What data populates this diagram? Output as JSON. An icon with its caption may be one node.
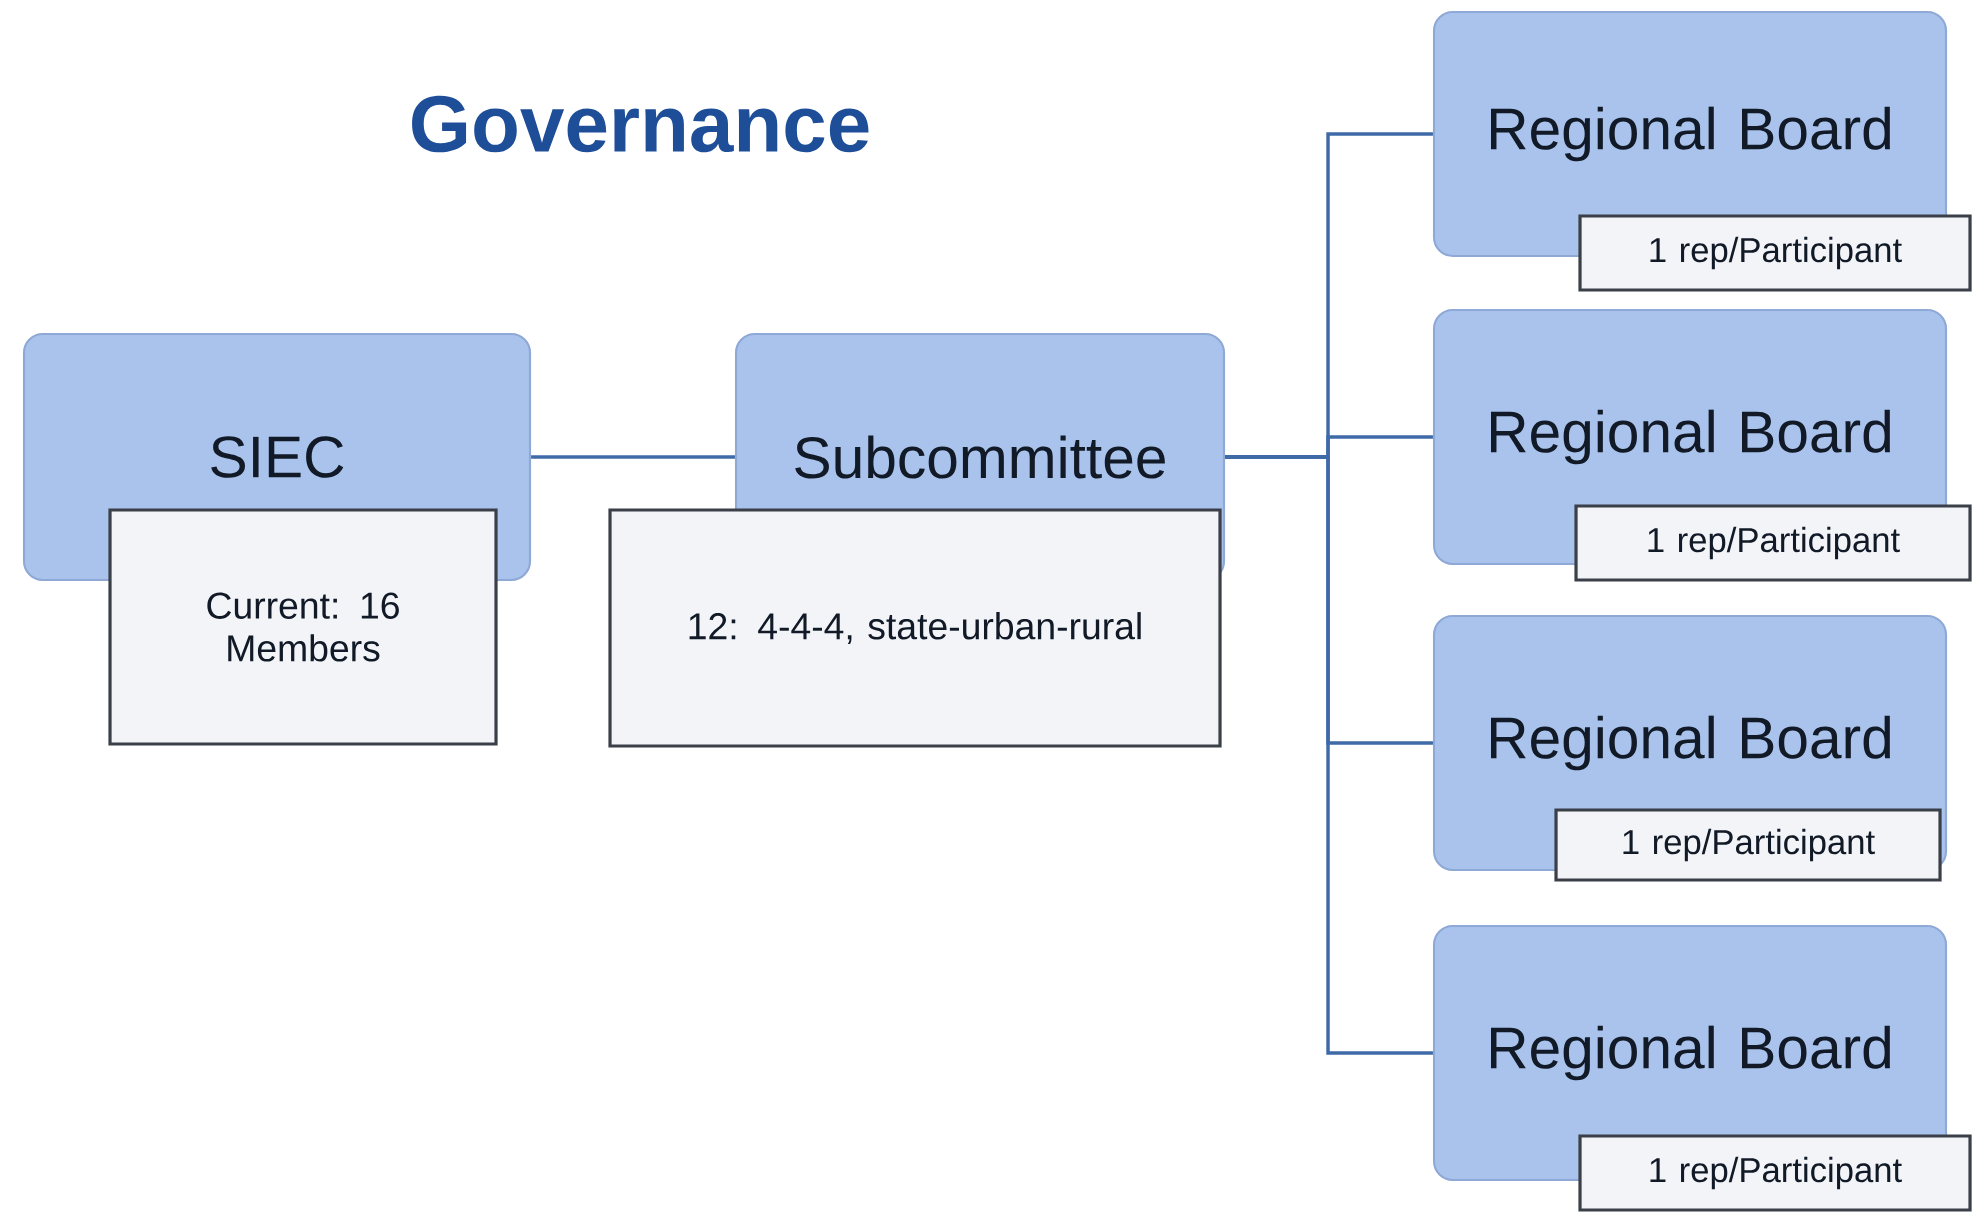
{
  "diagram": {
    "title": "Governance",
    "nodes": [
      {
        "text": [
          "SIEC"
        ]
      },
      {
        "text": [
          "Current: 16 Members"
        ]
      },
      {
        "text": [
          "Subcommittee"
        ]
      },
      {
        "text": [
          "12: 4-4-4, state-urban-rural"
        ]
      },
      {
        "text": [
          "Regional Board"
        ]
      },
      {
        "text": [
          "1 rep/Participant"
        ]
      },
      {
        "text": [
          "Regional Board"
        ]
      },
      {
        "text": [
          "1 rep/Participant"
        ]
      },
      {
        "text": [
          "Regional Board"
        ]
      },
      {
        "text": [
          "1 rep/Participant"
        ]
      },
      {
        "text": [
          "Regional Board"
        ]
      },
      {
        "text": [
          "1 rep/Participant"
        ]
      }
    ],
    "edges": [
      {
        "from": 0,
        "to": 2,
        "arrow": "none"
      },
      {
        "from": 2,
        "to": 4,
        "arrow": "none"
      },
      {
        "from": 2,
        "to": 6,
        "arrow": "none"
      },
      {
        "from": 2,
        "to": 8,
        "arrow": "none"
      },
      {
        "from": 2,
        "to": 10,
        "arrow": "none"
      }
    ]
  }
}
